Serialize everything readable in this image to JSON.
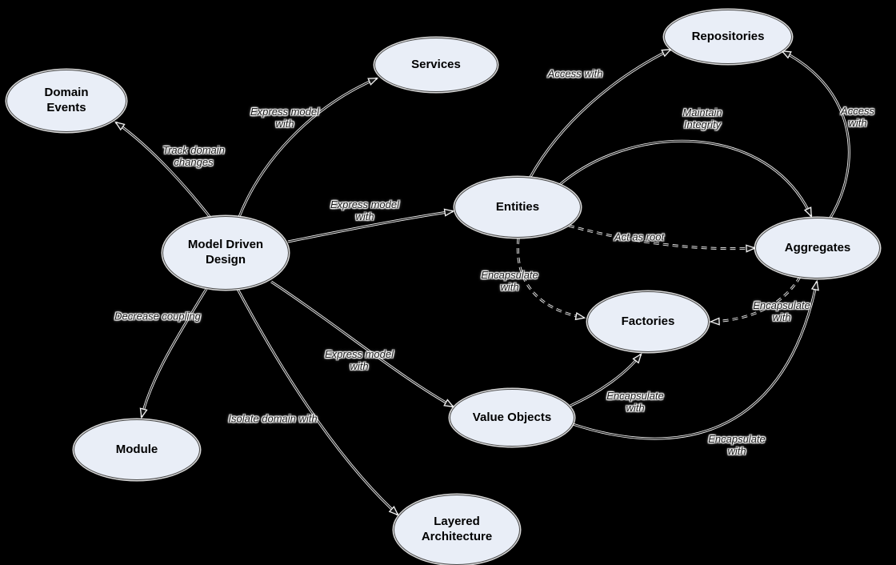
{
  "diagram": {
    "nodes": [
      {
        "id": "domain-events",
        "label": "Domain\nEvents"
      },
      {
        "id": "services",
        "label": "Services"
      },
      {
        "id": "repositories",
        "label": "Repositories"
      },
      {
        "id": "model-driven-design",
        "label": "Model Driven\nDesign"
      },
      {
        "id": "entities",
        "label": "Entities"
      },
      {
        "id": "aggregates",
        "label": "Aggregates"
      },
      {
        "id": "factories",
        "label": "Factories"
      },
      {
        "id": "value-objects",
        "label": "Value Objects"
      },
      {
        "id": "module",
        "label": "Module"
      },
      {
        "id": "layered-architecture",
        "label": "Layered\nArchitecture"
      }
    ],
    "edges": [
      {
        "id": "track-domain-changes",
        "from": "model-driven-design",
        "to": "domain-events",
        "label": "Track domain\nchanges",
        "style": "solid"
      },
      {
        "id": "express-model-services",
        "from": "model-driven-design",
        "to": "services",
        "label": "Express model\nwith",
        "style": "solid"
      },
      {
        "id": "express-model-entities",
        "from": "model-driven-design",
        "to": "entities",
        "label": "Express model\nwith",
        "style": "solid"
      },
      {
        "id": "express-model-value-objects",
        "from": "model-driven-design",
        "to": "value-objects",
        "label": "Express model\nwith",
        "style": "solid"
      },
      {
        "id": "decrease-coupling",
        "from": "model-driven-design",
        "to": "module",
        "label": "Decrease coupling",
        "style": "solid"
      },
      {
        "id": "isolate-domain",
        "from": "model-driven-design",
        "to": "layered-architecture",
        "label": "Isolate domain with",
        "style": "solid"
      },
      {
        "id": "access-with-entities",
        "from": "entities",
        "to": "repositories",
        "label": "Access with",
        "style": "solid"
      },
      {
        "id": "access-with-aggregates",
        "from": "aggregates",
        "to": "repositories",
        "label": "Access with",
        "style": "solid"
      },
      {
        "id": "maintain-integrity",
        "from": "entities",
        "to": "aggregates",
        "label": "Maintain\nIntegrity",
        "style": "solid"
      },
      {
        "id": "act-as-root",
        "from": "entities",
        "to": "aggregates",
        "label": "Act as root",
        "style": "dashed"
      },
      {
        "id": "encapsulate-entities-factories",
        "from": "entities",
        "to": "factories",
        "label": "Encapsulate\nwith",
        "style": "dashed"
      },
      {
        "id": "encapsulate-value-objects-factories",
        "from": "value-objects",
        "to": "factories",
        "label": "Encapsulate\nwith",
        "style": "solid"
      },
      {
        "id": "encapsulate-aggregates-factories",
        "from": "aggregates",
        "to": "factories",
        "label": "Encapsulate\nwith",
        "style": "dashed"
      },
      {
        "id": "encapsulate-value-objects-aggregates",
        "from": "value-objects",
        "to": "aggregates",
        "label": "Encapsulate\nwith",
        "style": "solid"
      }
    ],
    "colors": {
      "background": "#000000",
      "node_fill": "#e9eef7",
      "node_border": "#4a4a4a",
      "node_text": "#000000",
      "edge_line": "#161616",
      "edge_halo": "#f5f5f5",
      "edge_label_text": "#1a1a1a"
    }
  }
}
